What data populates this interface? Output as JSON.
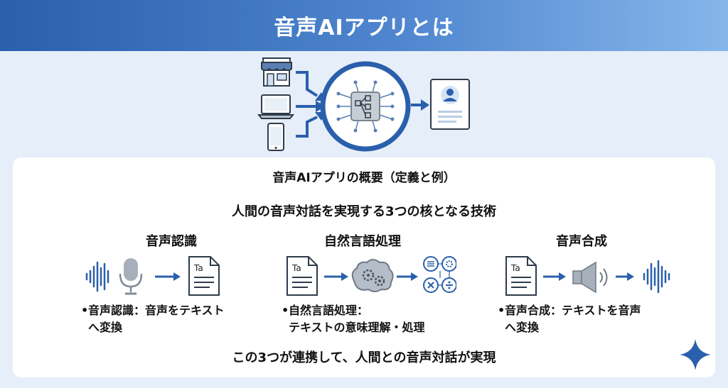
{
  "header": {
    "title": "音声AIアプリとは"
  },
  "hero": {
    "sources": [
      "store-icon",
      "laptop-icon",
      "smartphone-icon"
    ],
    "hub": "ai-chip-icon",
    "result": "profile-document-icon"
  },
  "overview": {
    "title": "音声AIアプリの概要（定義と例）",
    "subtitle": "人間の音声対話を実現する3つの核となる技術",
    "footer": "この3つが連携して、人間との音声対話が実現"
  },
  "technologies": [
    {
      "title": "音声認識",
      "desc_line1": "音声認識：音声をテキスト",
      "desc_line2": "へ変換",
      "icons": [
        "sound-wave-icon",
        "microphone-icon",
        "text-document-icon"
      ],
      "doc_label": "Ta"
    },
    {
      "title": "自然言語処理",
      "desc_line1": "自然言語処理：",
      "desc_line2": "テキストの意味理解・処理",
      "icons": [
        "text-document-icon",
        "brain-gears-icon",
        "operations-icon"
      ],
      "doc_label": "Ta"
    },
    {
      "title": "音声合成",
      "desc_line1": "音声合成：テキストを音声",
      "desc_line2": "へ変換",
      "icons": [
        "text-document-icon",
        "speaker-icon",
        "sound-wave-icon"
      ],
      "doc_label": "Ta"
    }
  ],
  "colors": {
    "primary": "#2a5fab",
    "banner_end": "#86b6ea",
    "background": "#e6eef9",
    "icon_gray": "#9aa3ad",
    "accent_light": "#d5e4f5"
  }
}
